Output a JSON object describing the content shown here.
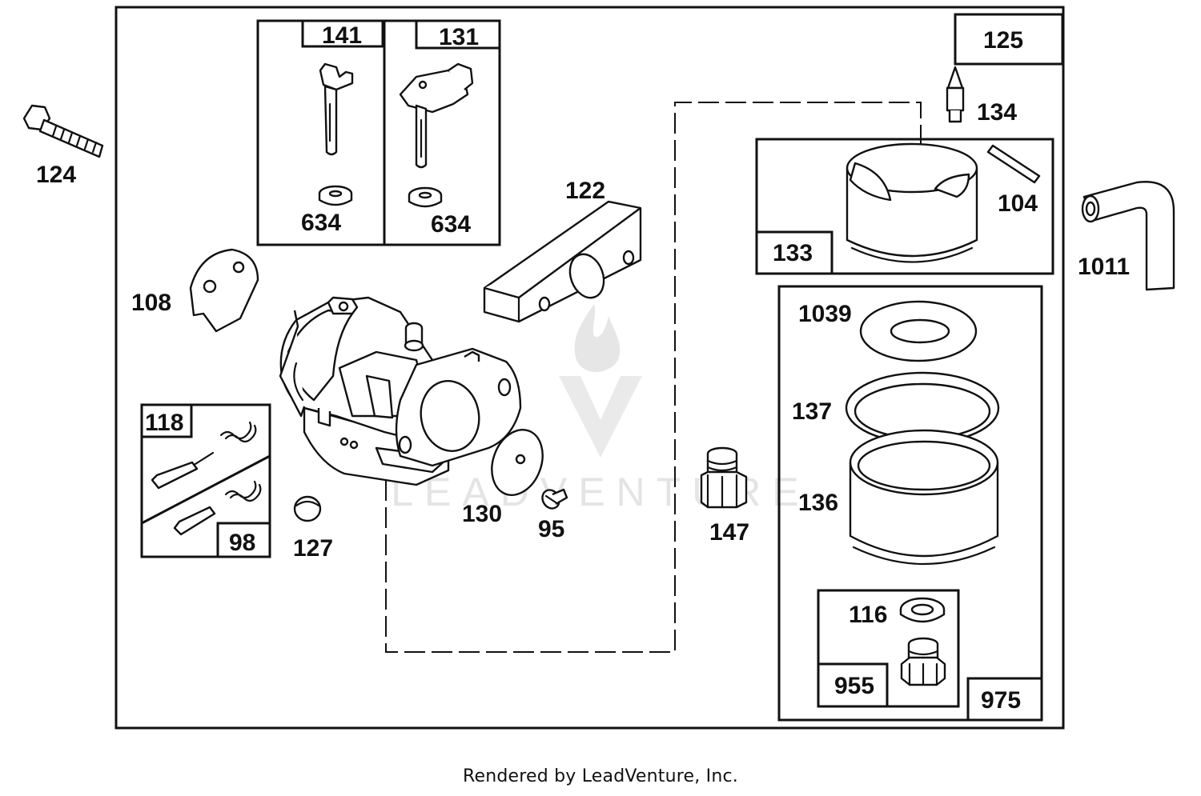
{
  "footer": {
    "text": "Rendered by LeadVenture, Inc."
  },
  "watermark": {
    "text": "LEADVENTURE"
  },
  "labels": {
    "p124": "124",
    "p141": "141",
    "p131": "131",
    "p634a": "634",
    "p634b": "634",
    "p125": "125",
    "p134": "134",
    "p104": "104",
    "p133": "133",
    "p1011": "1011",
    "p122": "122",
    "p108": "108",
    "p118": "118",
    "p98": "98",
    "p127": "127",
    "p130": "130",
    "p95": "95",
    "p147": "147",
    "p1039": "1039",
    "p137": "137",
    "p136": "136",
    "p116": "116",
    "p955": "955",
    "p975": "975"
  },
  "colors": {
    "ink": "#111111",
    "background": "#ffffff",
    "watermark": "#dcdcdc"
  }
}
